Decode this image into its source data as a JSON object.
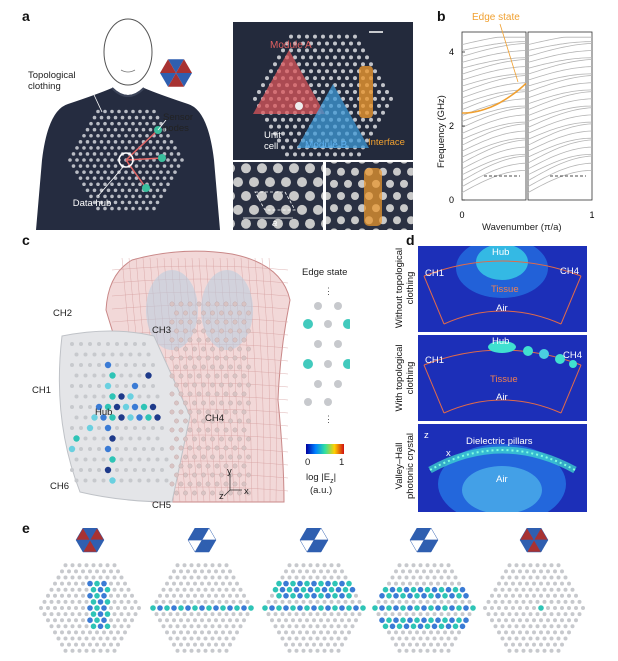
{
  "panels": {
    "a": "a",
    "b": "b",
    "c": "c",
    "d": "d",
    "e": "e"
  },
  "panel_a": {
    "topological_clothing": "Topological clothing",
    "sensor_nodes": "Sensor nodes",
    "data_hub": "Data hub",
    "module_a": "Module A",
    "module_b": "Module B",
    "unit_cell": "Unit cell",
    "interface": "Interface",
    "lattice_a": "a"
  },
  "panel_b": {
    "edge_state": "Edge state",
    "ylabel": "Frequency (GHz)",
    "xlabel": "Wavenumber (π/a)",
    "yticks": [
      "0",
      "2",
      "4"
    ],
    "xticks": [
      "0",
      "1"
    ],
    "colors": {
      "bands": "#b5b5b5",
      "edge": "#f0a030"
    }
  },
  "panel_c": {
    "channels": [
      "CH1",
      "CH2",
      "CH3",
      "CH4",
      "CH5",
      "CH6"
    ],
    "hub": "Hub",
    "edge_state": "Edge state",
    "colorbar_min": "0",
    "colorbar_max": "1",
    "colorbar_label1": "log |E",
    "colorbar_sub": "z",
    "colorbar_label2": "|",
    "colorbar_unit": "(a.u.)",
    "axis_x": "x",
    "axis_y": "y",
    "axis_z": "z"
  },
  "panel_d": {
    "row1_label_line1": "Without topological",
    "row1_label_line2": "clothing",
    "row2_label_line1": "With topological",
    "row2_label_line1b": "",
    "row2_label_line2": "clothing",
    "row3_label_line1": "Valley–Hall",
    "row3_label_line2": "photonic crystal",
    "hub": "Hub",
    "ch1": "CH1",
    "ch4": "CH4",
    "tissue": "Tissue",
    "air": "Air",
    "dielectric_pillars": "Dielectric pillars",
    "axis_x": "x",
    "axis_z": "z"
  },
  "colors": {
    "module_a": "#d9555a",
    "module_b": "#3f9ad6",
    "interface": "#e8962e",
    "fabric": "#222a3d",
    "field_bg": "#1f2fbf",
    "tissue_line": "#e06a4a"
  }
}
